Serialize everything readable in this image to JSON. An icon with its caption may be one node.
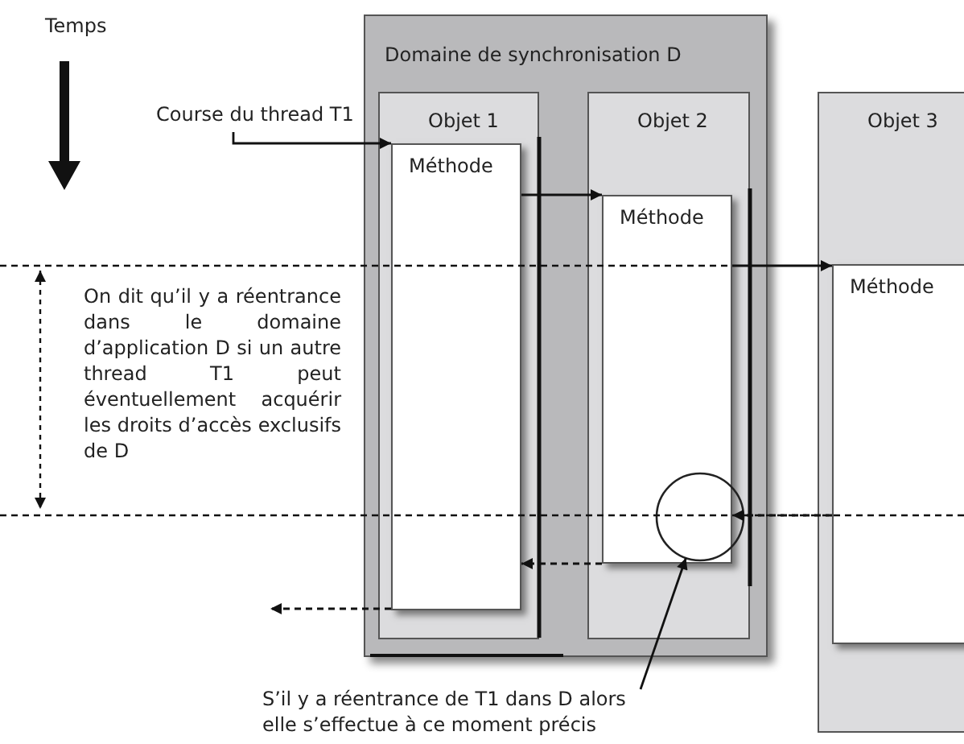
{
  "diagram": {
    "nodes": [
      {
        "text": [
          "Domaine de synchronisation D"
        ]
      },
      {
        "text": [
          "Objet 1"
        ],
        "in": 0
      },
      {
        "text": [
          "Méthode"
        ],
        "in": 1
      },
      {
        "text": [
          "Objet 2"
        ],
        "in": 0
      },
      {
        "text": [
          "Méthode"
        ],
        "in": 3
      },
      {
        "text": [
          "Objet 3"
        ]
      },
      {
        "text": [
          "Méthode"
        ],
        "in": 5
      },
      {
        "text": [
          "Course du thread T1"
        ]
      },
      {
        "text": [
          "S’il y a réentrance de T1 dans D alors elle s’effectue à ce moment précis"
        ]
      },
      {
        "text": [],
        "shape": "circle",
        "in": 3
      }
    ],
    "edges": [
      {
        "from": 7,
        "to": 2,
        "arrow": "to"
      },
      {
        "from": 2,
        "to": 4,
        "arrow": "to"
      },
      {
        "from": 4,
        "to": 6,
        "arrow": "to"
      },
      {
        "from": 6,
        "to": 4,
        "arrow": "to",
        "style": "dashed"
      },
      {
        "from": 4,
        "to": 2,
        "arrow": "to",
        "style": "dashed"
      },
      {
        "from": 2,
        "to": null,
        "arrow": "to",
        "style": "dashed"
      },
      {
        "from": 8,
        "to": 9,
        "arrow": "to"
      }
    ],
    "labels": [
      "Temps",
      "On dit qu’il y a réentrance dans le domaine d’application D si un autre thread T1 peut éventuellement acquérir les droits d’accès exclusifs de D"
    ]
  }
}
